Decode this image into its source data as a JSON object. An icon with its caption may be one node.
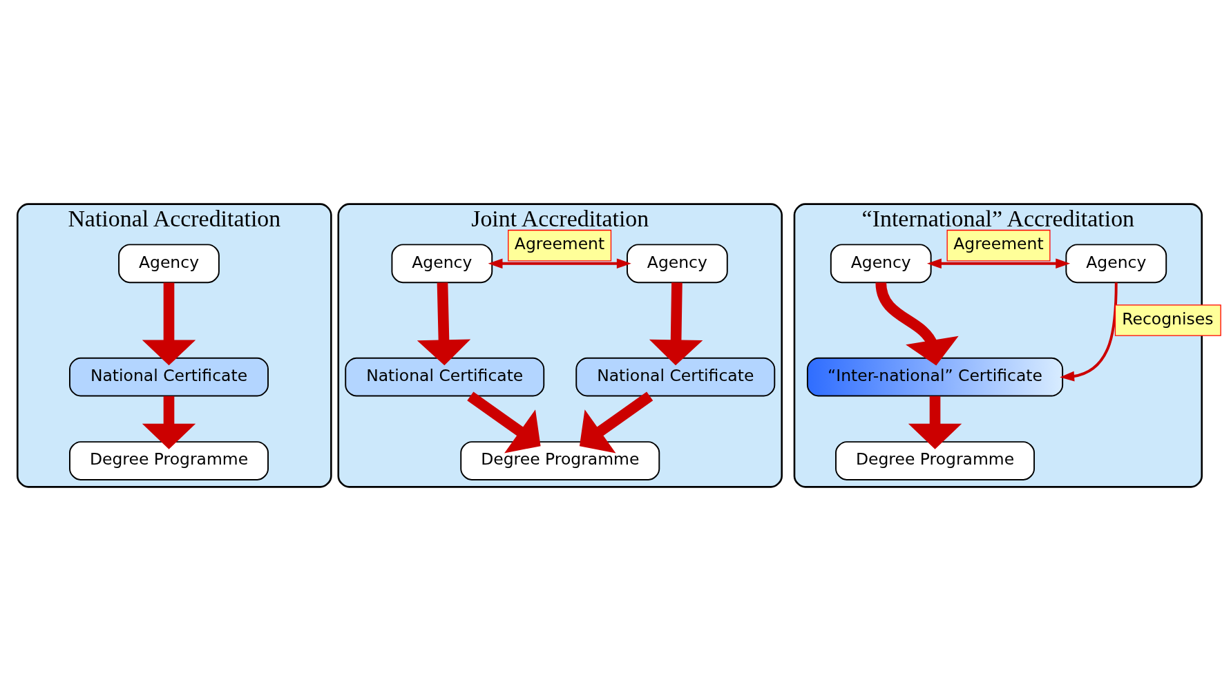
{
  "diagram": {
    "nodes": [
      {
        "text": [
          "National Accreditation"
        ]
      },
      {
        "text": [
          "Agency"
        ],
        "in": 0
      },
      {
        "text": [
          "National Certificate"
        ],
        "in": 0
      },
      {
        "text": [
          "Degree Programme"
        ],
        "in": 0
      },
      {
        "text": [
          "Joint Accreditation"
        ]
      },
      {
        "text": [
          "Agency"
        ],
        "in": 4
      },
      {
        "text": [
          "Agency"
        ],
        "in": 4
      },
      {
        "text": [
          "National Certificate"
        ],
        "in": 4
      },
      {
        "text": [
          "National Certificate"
        ],
        "in": 4
      },
      {
        "text": [
          "Degree Programme"
        ],
        "in": 4
      },
      {
        "text": [
          "“International” Accreditation"
        ]
      },
      {
        "text": [
          "Agency"
        ],
        "in": 10
      },
      {
        "text": [
          "Agency"
        ],
        "in": 10
      },
      {
        "text": [
          "“Inter-national” Certificate"
        ],
        "in": 10
      },
      {
        "text": [
          "Degree Programme"
        ],
        "in": 10
      }
    ],
    "edges": [
      {
        "from": 1,
        "to": 2,
        "arrow": "to"
      },
      {
        "from": 2,
        "to": 3,
        "arrow": "to"
      },
      {
        "from": 5,
        "to": 6,
        "arrow": "both",
        "label": "Agreement"
      },
      {
        "from": 5,
        "to": 7,
        "arrow": "to"
      },
      {
        "from": 7,
        "to": 9,
        "arrow": "to"
      },
      {
        "from": 6,
        "to": 8,
        "arrow": "to"
      },
      {
        "from": 8,
        "to": 9,
        "arrow": "to"
      },
      {
        "from": 11,
        "to": 12,
        "arrow": "both",
        "label": "Agreement"
      },
      {
        "from": 12,
        "to": 13,
        "arrow": "to",
        "label": "Recognises"
      },
      {
        "from": 11,
        "to": 13,
        "arrow": "to"
      },
      {
        "from": 13,
        "to": 14,
        "arrow": "to"
      }
    ]
  }
}
